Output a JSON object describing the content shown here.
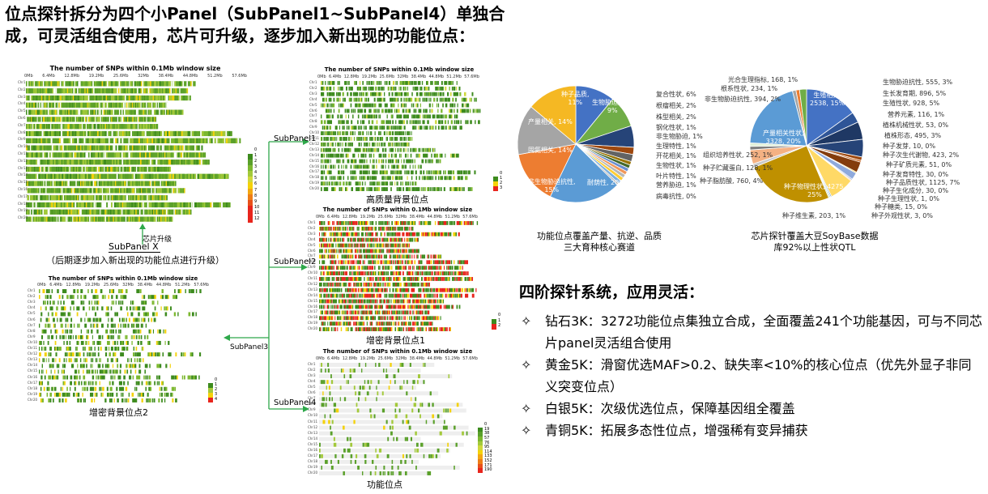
{
  "headline": "位点探针拆分为四个小Panel（SubPanel1~SubPanel4）单独合成，可灵活组合使用，芯片可升级，逐步加入新出现的功能位点：",
  "panels": {
    "main": {
      "title": "The number of SNPs within 0.1Mb window size",
      "caption": "SubPanel X",
      "note": "（后期逐步加入新出现的功能位点进行升级）",
      "upgrade": "芯片升级",
      "legend": [
        "0",
        "1",
        "2",
        "3",
        "4",
        "5",
        "6",
        "7",
        "8",
        "9",
        "10",
        "11",
        "12"
      ]
    },
    "sp1": {
      "title": "The number of SNPs within 0.1Mb window size",
      "label": "SubPanel1",
      "caption": "高质量背景位点",
      "legend": [
        "0",
        "1",
        "2",
        "3"
      ]
    },
    "sp2": {
      "title": "The number of SNPs within 0.1Mb window size",
      "label": "SubPanel2",
      "caption": "增密背景位点1",
      "legend": [
        "0",
        "1",
        "2"
      ]
    },
    "sp3": {
      "title": "The number of SNPs within 0.1Mb window size",
      "label": "SubPanel3",
      "caption": "增密背景位点2",
      "legend": [
        "0",
        "1",
        "2",
        "3",
        "4"
      ]
    },
    "sp4": {
      "title": "The number of SNPs within 0.1Mb window size",
      "label": "SubPanel4",
      "caption": "功能位点",
      "legend": [
        "0",
        "19",
        "38",
        "57",
        "76",
        "95",
        "114",
        "133",
        "152",
        "171",
        "190"
      ]
    }
  },
  "axis_ticks": [
    "0Mb",
    "6.4Mb",
    "12.8Mb",
    "19.2Mb",
    "25.6Mb",
    "32Mb",
    "38.4Mb",
    "44.8Mb",
    "51.2Mb",
    "57.6Mb"
  ],
  "chromosomes": [
    "Chr1",
    "Chr2",
    "Chr3",
    "Chr4",
    "Chr5",
    "Chr6",
    "Chr7",
    "Chr8",
    "Chr9",
    "Chr10",
    "Chr11",
    "Chr12",
    "Chr13",
    "Chr14",
    "Chr15",
    "Chr16",
    "Chr17",
    "Chr18",
    "Chr19",
    "Chr20"
  ],
  "pie1": {
    "caption_line1": "功能位点覆盖产量、抗逆、品质",
    "caption_line2": "三大育种核心赛道",
    "inner": [
      {
        "label": "种子品质,",
        "pct": "11%"
      },
      {
        "label": "生物胁迫抗性,",
        "pct": "9%"
      },
      {
        "label": "产量相关, 14%",
        "pct": ""
      },
      {
        "label": "固氮相关, 14%",
        "pct": ""
      },
      {
        "label": "非生物胁迫抗性,",
        "pct": "15%"
      },
      {
        "label": "耐荫性, 20%",
        "pct": ""
      }
    ],
    "outer": [
      "复合性状, 6%",
      "根瘤相关, 2%",
      "株型相关, 2%",
      "钢化性状, 1%",
      "非生物胁迫, 1%",
      "生理特性, 1%",
      "开花相关, 1%",
      "生物性状, 1%",
      "叶片特性, 1%",
      "营养胁迫, 1%",
      "病毒抗性, 0%"
    ],
    "colors": [
      "#4472c4",
      "#70ad47",
      "#f5b823",
      "#a5a5a5",
      "#ed7d31",
      "#5b9bd5",
      "#264478",
      "#9e480e",
      "#636363",
      "#997300",
      "#43682b",
      "#698ed0",
      "#f1975a",
      "#b7b7b7",
      "#ffcd33",
      "#7cafdd"
    ]
  },
  "pie2": {
    "caption_line1": "芯片探针覆盖大豆SoyBase数据",
    "caption_line2": "库92%以上性状QTL",
    "inner": [
      {
        "label": "生殖相关,",
        "pct": "2538, 15%"
      },
      {
        "label": "产量相关性状,",
        "pct": "3328, 20%"
      },
      {
        "label": "种子物理性状, 4275,",
        "pct": "25%"
      }
    ],
    "outer": [
      "光合生理指标, 168, 1%",
      "根系性状, 234, 1%",
      "非生物胁迫抗性, 394, 2%",
      "生物胁迫抗性, 555, 3%",
      "生长发育期, 896, 5%",
      "生殖性状, 928, 5%",
      "营养元素, 116, 1%",
      "植株机械性状, 53, 0%",
      "植株形态, 495, 3%",
      "种子发芽, 10, 0%",
      "种子次生代谢物, 423, 2%",
      "种子矿质元素, 51, 0%",
      "组织培养性状, 252, 1%",
      "种子贮藏蛋白, 128, 1%",
      "种子脂肪酸, 760, 4%",
      "种子发育特性, 30, 0%",
      "种子品质性状, 1125, 7%",
      "种子生化成分, 30, 0%",
      "种子生理性状, 1, 0%",
      "种子糖类, 15, 0%",
      "种子外观性状, 3, 0%",
      "种子维生素, 203, 1%"
    ]
  },
  "system": {
    "title": "四阶探针系统，应用灵活：",
    "marker": "✧",
    "items": [
      "钻石3K：3272功能位点集独立合成，全面覆盖241个功能基因，可与不同芯片panel灵活组合使用",
      "黄金5K：滑窗优选MAF>0.2、缺失率<10%的核心位点（优先外显子非同义突变位点）",
      "白银5K：次级优选位点，保障基因组全覆盖",
      "青铜5K：拓展多态性位点，增强稀有变异捕获"
    ]
  },
  "colors": {
    "arrow": "#2ea84a",
    "heat_high": "#e8251d",
    "heat_mid": "#f4d20a",
    "heat_low": "#3d8b1e",
    "heat_zero": "#ffffff"
  }
}
